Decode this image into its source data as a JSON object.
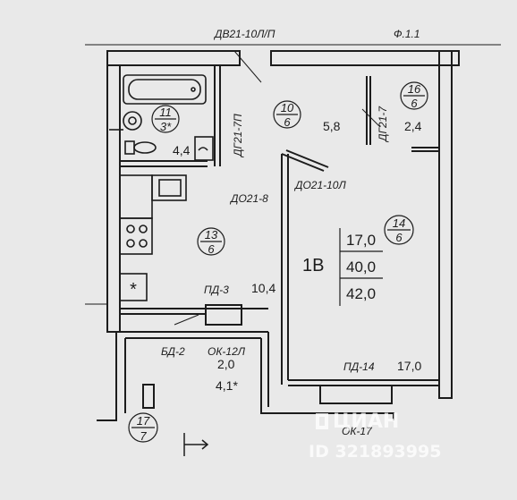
{
  "labels": {
    "top_door_cut": "ДВ21-10Л/П",
    "top_right_cut": "Ф.1.1",
    "bath_door": "ДГ21-7П",
    "hall_door": "ДГ21-7",
    "kitchen_door": "ДО21-8",
    "room_door": "ДО21-10Л",
    "kitchen_window": "ПД-3",
    "balcony_door": "БД-2",
    "balcony_window": "ОК-12Л",
    "room_window_door": "ПД-14",
    "room_window": "ОК-17",
    "apt_type": "1В",
    "stove_mark": "*"
  },
  "rooms": {
    "bath": {
      "num": "11",
      "sub": "3*",
      "area": "4,4"
    },
    "hall": {
      "num": "10",
      "sub": "6",
      "area": "5,8"
    },
    "closet": {
      "num": "16",
      "sub": "6",
      "area": "2,4"
    },
    "kitchen": {
      "num": "13",
      "sub": "6",
      "area": "10,4"
    },
    "living": {
      "num": "14",
      "sub": "6",
      "area": "17,0"
    },
    "balcony": {
      "num": "17",
      "sub": "7",
      "area": "2,0",
      "area2": "4,1*"
    }
  },
  "summary": {
    "living_area": "17,0",
    "total_area": "40,0",
    "total_area_full": "42,0"
  },
  "watermark": {
    "brand": "ЦИАН",
    "listing_id": "ID 321893995"
  }
}
